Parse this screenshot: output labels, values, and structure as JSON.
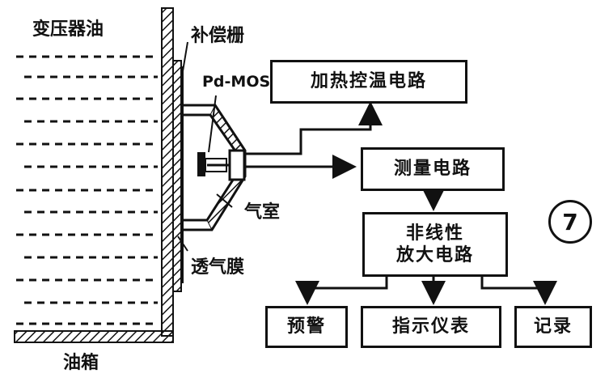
{
  "labels": {
    "transformer_oil": "变压器油",
    "compensation_grid": "补偿栅",
    "sensor": "Pd-MOS",
    "gas_chamber": "气室",
    "membrane": "透气膜",
    "oil_tank": "油箱"
  },
  "boxes": {
    "heating": "加热控温电路",
    "measure": "测量电路",
    "nonlinear_line1": "非线性",
    "nonlinear_line2": "放大电路",
    "warning": "预警",
    "indicator": "指示仪表",
    "record": "记录"
  },
  "figure_number": "7"
}
